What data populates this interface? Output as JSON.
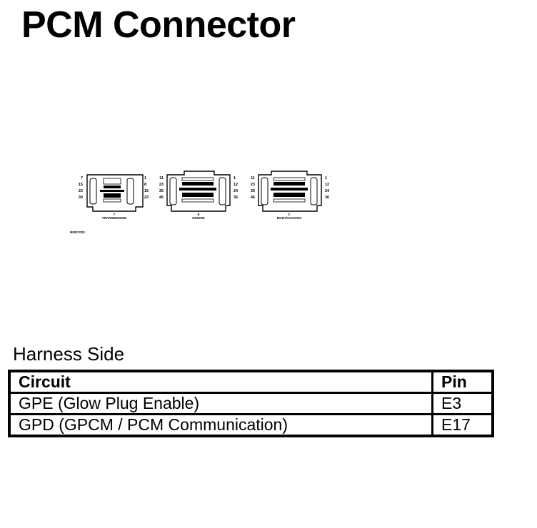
{
  "title": "PCM Connector",
  "diagram": {
    "connectors": [
      {
        "label": "TRANSMISSION",
        "number": "7",
        "left_pins": [
          "7",
          "15",
          "23",
          "30"
        ],
        "right_pins": [
          "1",
          "8",
          "16",
          "23"
        ]
      },
      {
        "label": "ENGINE",
        "number": "E",
        "left_pins": [
          "11",
          "23",
          "35",
          "46"
        ],
        "right_pins": [
          "1",
          "12",
          "24",
          "36"
        ]
      },
      {
        "label": "BODY/CHASSIS",
        "number": "C",
        "left_pins": [
          "11",
          "23",
          "35",
          "46"
        ],
        "right_pins": [
          "1",
          "12",
          "24",
          "36"
        ]
      }
    ],
    "figure_id": "N0027023"
  },
  "harness_heading": "Harness Side",
  "table": {
    "headers": [
      "Circuit",
      "Pin"
    ],
    "rows": [
      {
        "circuit": "GPE (Glow Plug Enable)",
        "pin": "E3"
      },
      {
        "circuit": "GPD (GPCM / PCM Communication)",
        "pin": "E17"
      }
    ]
  }
}
